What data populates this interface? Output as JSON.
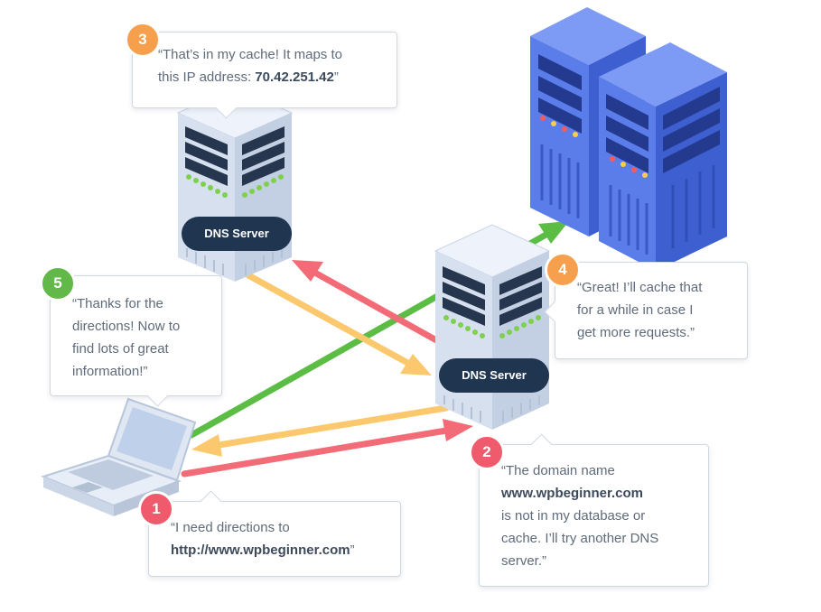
{
  "colors": {
    "step1": "#ef5b6c",
    "step2": "#ef5b6c",
    "step3": "#f6a04d",
    "step4": "#f6a04d",
    "step5": "#63b84a",
    "arrow_red": "#f26b76",
    "arrow_yellow": "#fcc86e",
    "arrow_green": "#5cbd44",
    "server_blue": "#4e73e6",
    "pill_bg": "#1f3550"
  },
  "servers": {
    "dns_top_label": "DNS Server",
    "dns_mid_label": "DNS Server"
  },
  "steps": [
    {
      "number": "1",
      "text_a": "“I need directions to",
      "text_b": "http://www.wpbeginner.com",
      "text_c": "”"
    },
    {
      "number": "2",
      "text_a": "“The domain name",
      "text_b": "www.wpbeginner.com",
      "text_c": "is not in my database or",
      "text_d": "cache. I’ll try another DNS",
      "text_e": "server.”"
    },
    {
      "number": "3",
      "text_a": "“That’s in my cache! It maps to",
      "text_b": "this IP address: ",
      "text_c": "70.42.251.42",
      "text_d": "”"
    },
    {
      "number": "4",
      "text_a": "“Great! I’ll cache that",
      "text_b": "for a while in case I",
      "text_c": "get more requests.”"
    },
    {
      "number": "5",
      "text_a": "“Thanks for the",
      "text_b": "directions! Now to",
      "text_c": "find lots of great",
      "text_d": "information!”"
    }
  ],
  "icons": {
    "laptop": "laptop-icon",
    "dns_server": "server-icon",
    "web_server": "server-rack-icon"
  }
}
